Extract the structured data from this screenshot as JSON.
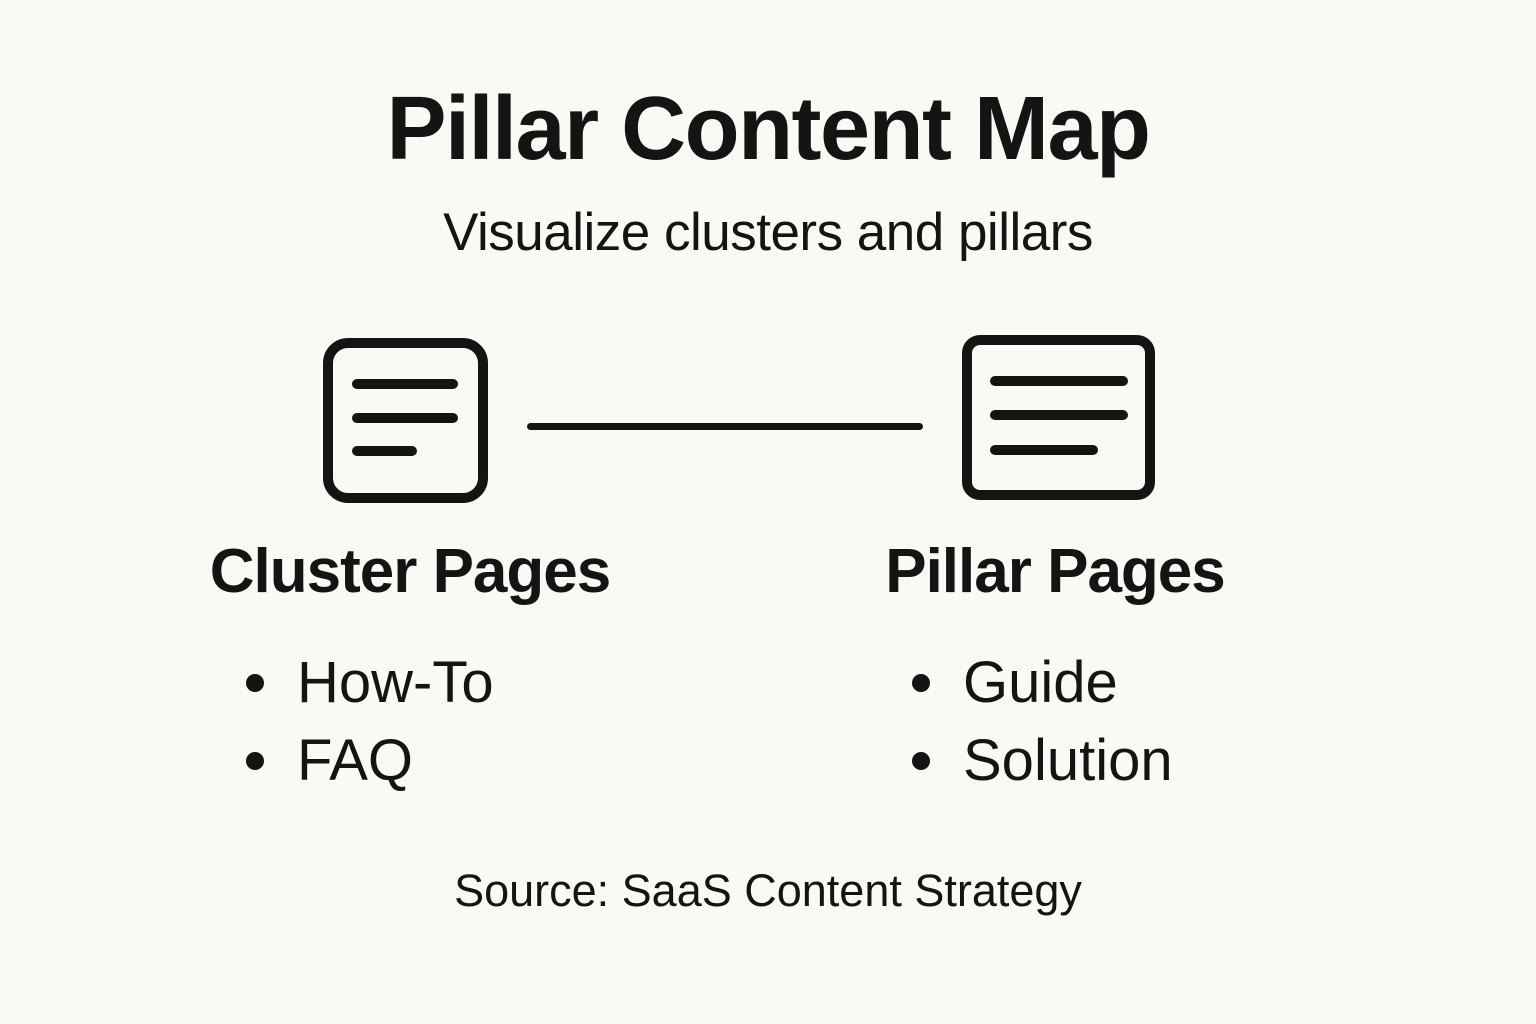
{
  "page": {
    "background_color": "#FAF9F3",
    "text_color": "#141414"
  },
  "header": {
    "title": "Pillar Content Map",
    "subtitle": "Visualize clusters and pillars"
  },
  "diagram": {
    "connector": "horizontal-line",
    "left_node": {
      "icon": "document-lines-icon",
      "label": "Cluster Pages",
      "bullets": [
        "How-To",
        "FAQ"
      ]
    },
    "right_node": {
      "icon": "document-lines-icon",
      "label": "Pillar Pages",
      "bullets": [
        "Guide",
        "Solution"
      ]
    }
  },
  "footer": {
    "source": "Source: SaaS Content Strategy"
  }
}
